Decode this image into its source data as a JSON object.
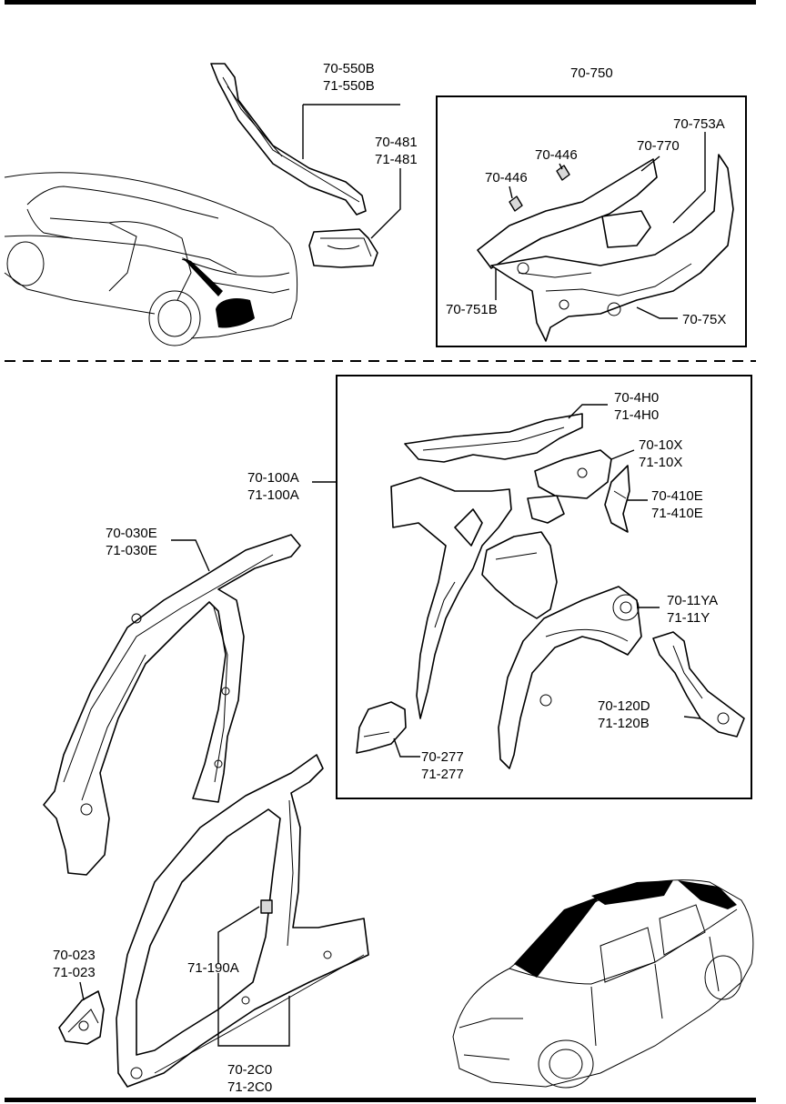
{
  "labels": {
    "l_550b_a": "70-550B",
    "l_550b_b": "71-550B",
    "l_481_a": "70-481",
    "l_481_b": "71-481",
    "l_750": "70-750",
    "l_753a": "70-753A",
    "l_770": "70-770",
    "l_446_a": "70-446",
    "l_446_b": "70-446",
    "l_751b": "70-751B",
    "l_75x": "70-75X",
    "l_4h0_a": "70-4H0",
    "l_4h0_b": "71-4H0",
    "l_10x_a": "70-10X",
    "l_10x_b": "71-10X",
    "l_100a_a": "70-100A",
    "l_100a_b": "71-100A",
    "l_410e_a": "70-410E",
    "l_410e_b": "71-410E",
    "l_030e_a": "70-030E",
    "l_030e_b": "71-030E",
    "l_11ya_a": "70-11YA",
    "l_11ya_b": "71-11Y",
    "l_120_a": "70-120D",
    "l_120_b": "71-120B",
    "l_277_a": "70-277",
    "l_277_b": "71-277",
    "l_023_a": "70-023",
    "l_023_b": "71-023",
    "l_190a": "71-190A",
    "l_2c0_a": "70-2C0",
    "l_2c0_b": "71-2C0"
  }
}
